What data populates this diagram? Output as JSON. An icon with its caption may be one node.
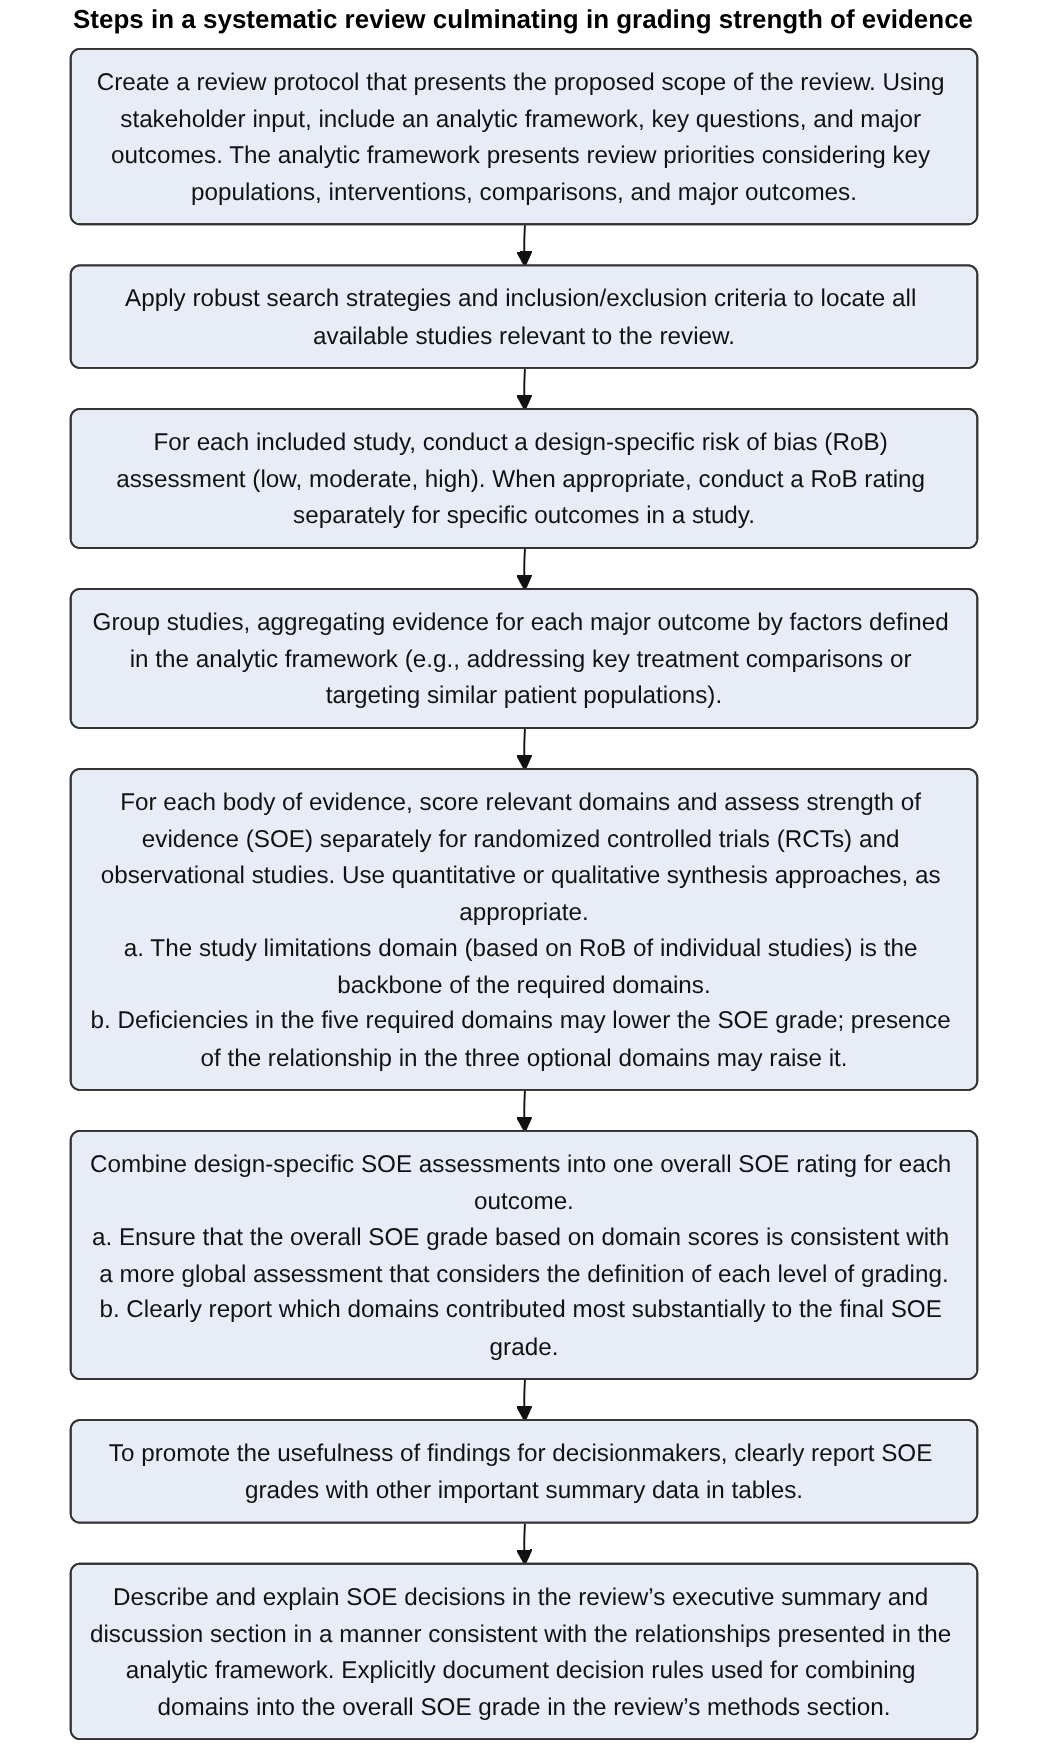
{
  "diagram": {
    "title": "Steps in a systematic review culminating in grading strength of evidence",
    "nodes": [
      {
        "text": [
          "Create a review protocol that presents the proposed scope of the review. Using stakeholder input, include an analytic framework, key questions, and major outcomes. The analytic framework presents review priorities considering key populations, interventions, comparisons, and major outcomes."
        ]
      },
      {
        "text": [
          "Apply robust search strategies and inclusion/exclusion criteria to locate all available studies relevant to the review."
        ]
      },
      {
        "text": [
          "For each included study, conduct a design-specific risk of bias (RoB) assessment (low, moderate, high). When appropriate, conduct a RoB rating separately for specific outcomes in a study."
        ]
      },
      {
        "text": [
          "Group studies, aggregating evidence for each major outcome by factors defined in the analytic framework (e.g., addressing key treatment comparisons or targeting similar patient populations)."
        ]
      },
      {
        "text": [
          "For each body of evidence, score relevant domains and assess strength of evidence (SOE) separately for randomized controlled trials (RCTs) and observational studies. Use quantitative or qualitative synthesis approaches, as appropriate.",
          "a. The study limitations domain (based on RoB of individual studies) is the backbone of the required domains.",
          "b. Deficiencies in the five required domains may lower the SOE grade; presence of the relationship in the three optional domains may raise it."
        ]
      },
      {
        "text": [
          "Combine design-specific SOE assessments into one overall SOE rating for each outcome.",
          "a. Ensure that the overall SOE grade based on domain scores is consistent with a more global assessment that considers the definition of each level of grading.",
          "b. Clearly report which domains contributed most substantially to the final SOE grade."
        ]
      },
      {
        "text": [
          "To promote the usefulness of findings for decisionmakers, clearly report SOE grades with other important summary data in tables."
        ]
      },
      {
        "text": [
          "Describe and explain SOE decisions in the review’s executive summary and discussion section in a manner consistent with the relationships presented in the analytic framework. Explicitly document decision rules used for combining domains into the overall SOE grade in the review’s methods section."
        ]
      }
    ],
    "edges": [
      {
        "from": 0,
        "to": 1,
        "arrow": "to"
      },
      {
        "from": 1,
        "to": 2,
        "arrow": "to"
      },
      {
        "from": 2,
        "to": 3,
        "arrow": "to"
      },
      {
        "from": 3,
        "to": 4,
        "arrow": "to"
      },
      {
        "from": 4,
        "to": 5,
        "arrow": "to"
      },
      {
        "from": 5,
        "to": 6,
        "arrow": "to"
      },
      {
        "from": 6,
        "to": 7,
        "arrow": "to"
      }
    ]
  }
}
